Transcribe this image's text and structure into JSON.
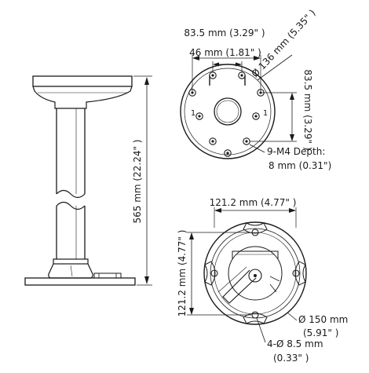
{
  "side_view": {
    "height_label": "565 mm (22.24\" )"
  },
  "top_view": {
    "width_outer_label": "83.5 mm (3.29\" )",
    "width_inner_label": "46 mm (1.81\" )",
    "diameter_label": "Ø 136 mm (5.35\" )",
    "height_label": "83.5 mm (3.29\" )",
    "screw_label_line1": "9-M4 Depth:",
    "screw_label_line2": "8 mm (0.31\")",
    "mark_left": "1",
    "mark_right": "1"
  },
  "bottom_view": {
    "width_label": "121.2 mm (4.77\" )",
    "height_label": "121.2 mm (4.77\" )",
    "diameter_line1": "Ø 150 mm",
    "diameter_line2": "(5.91\" )",
    "hole_line1": "4-Ø 8.5 mm",
    "hole_line2": "(0.33\" )"
  }
}
